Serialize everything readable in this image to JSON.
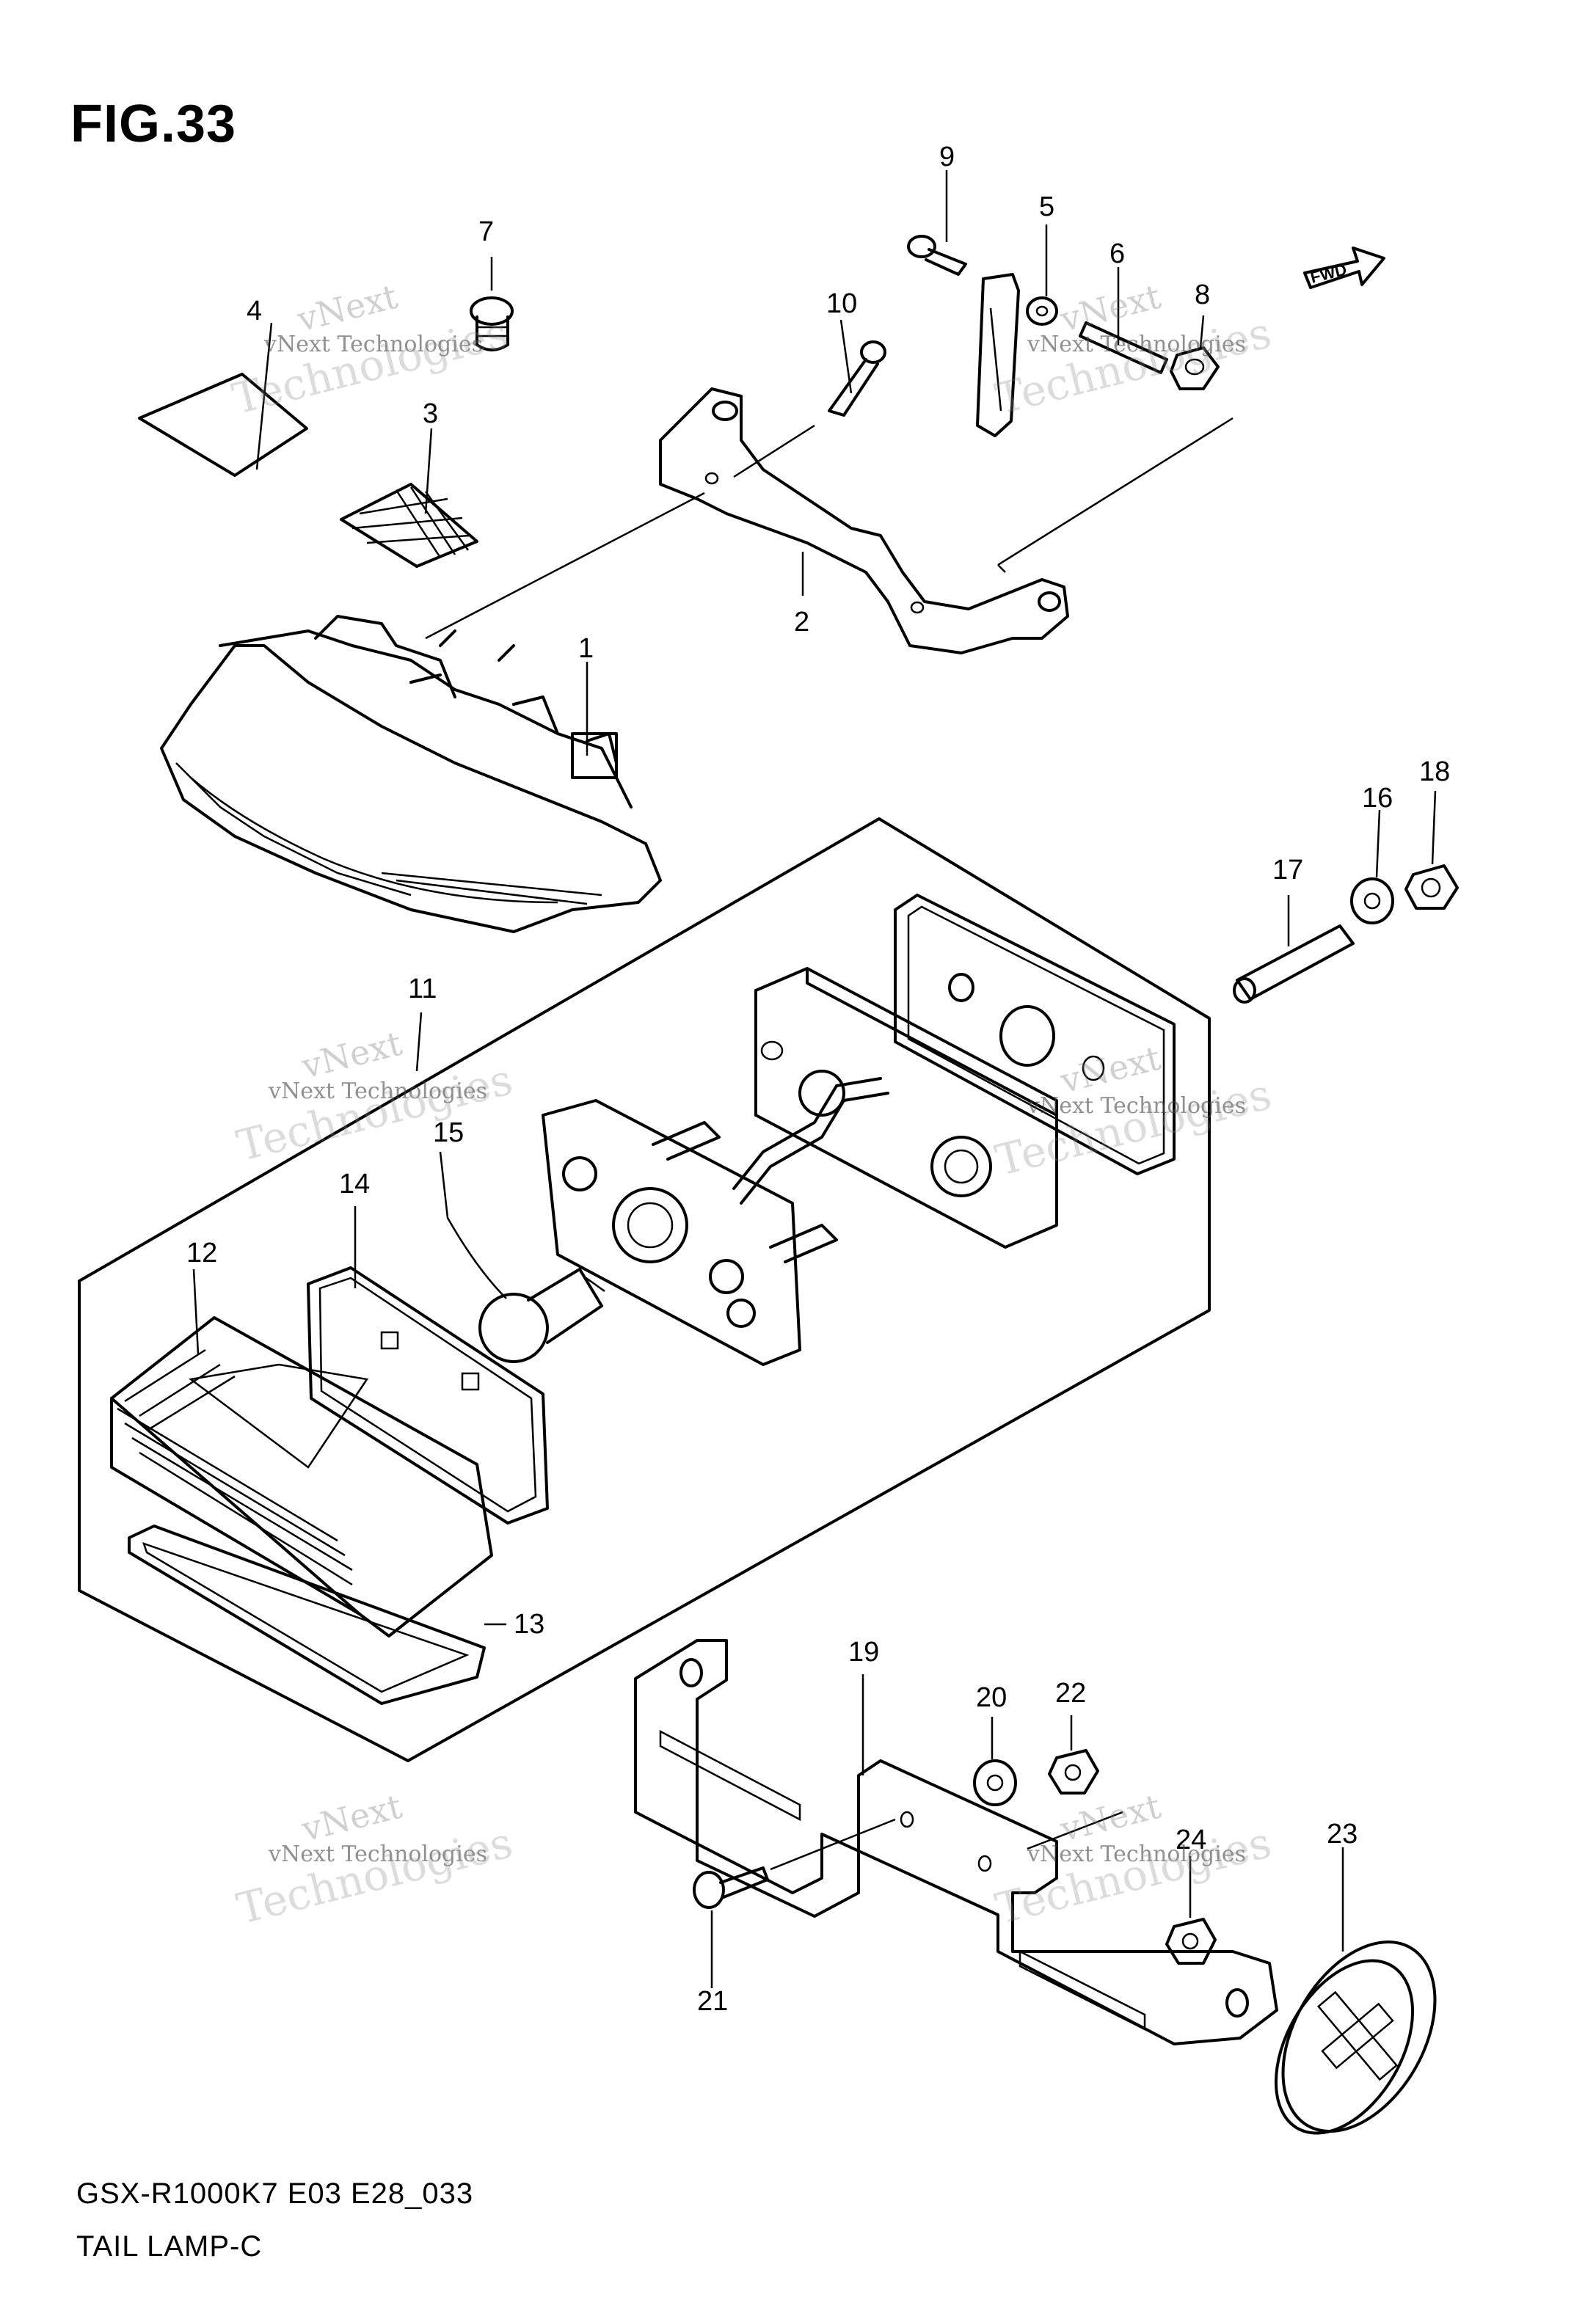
{
  "figure": {
    "title": "FIG.33",
    "fwd_label": "FWD"
  },
  "footer": {
    "model_code": "GSX-R1000K7 E03 E28_033",
    "section_name": "TAIL LAMP-C"
  },
  "watermark": {
    "line1": "vNext",
    "line2": "vNext Technologies",
    "line3": "Technologies"
  },
  "callouts": [
    "1",
    "2",
    "3",
    "4",
    "5",
    "6",
    "7",
    "8",
    "9",
    "10",
    "11",
    "12",
    "13",
    "14",
    "15",
    "16",
    "17",
    "18",
    "19",
    "20",
    "21",
    "22",
    "23",
    "24"
  ]
}
